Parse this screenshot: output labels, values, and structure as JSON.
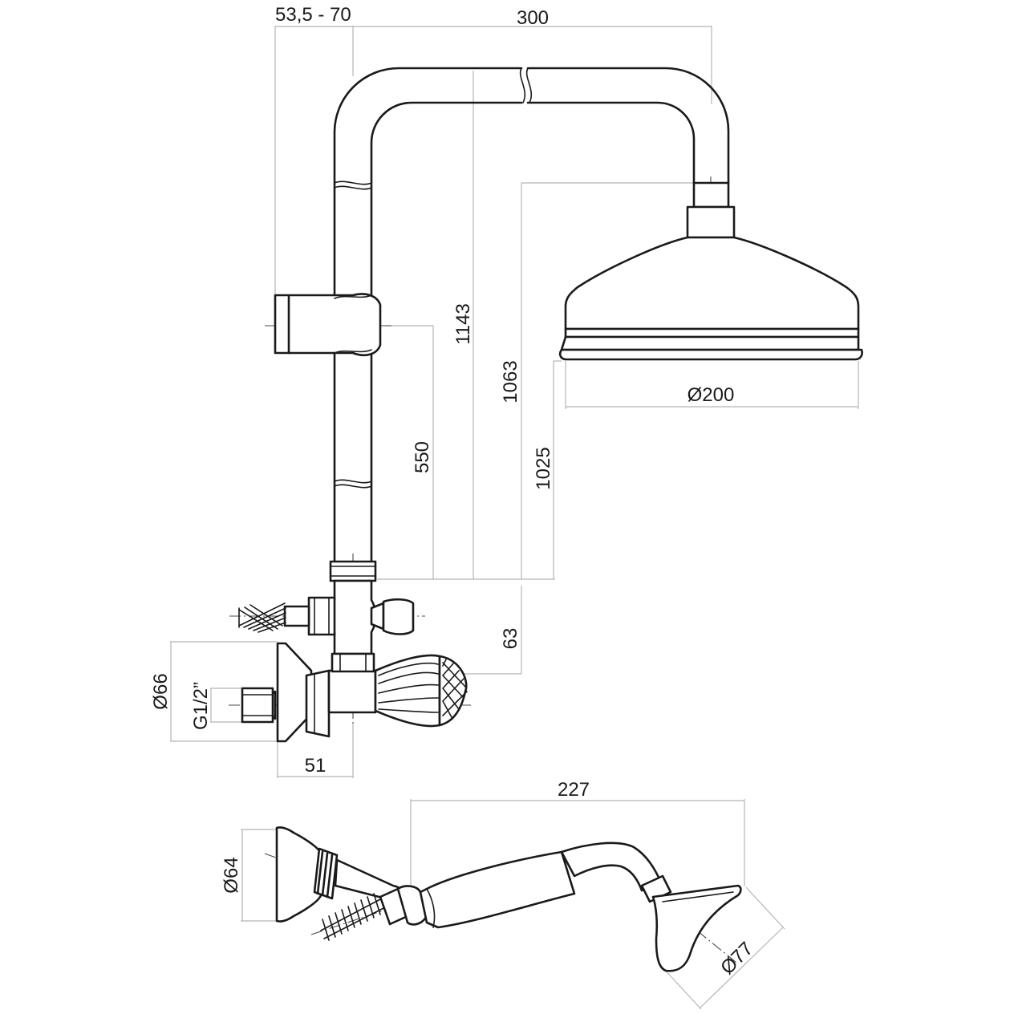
{
  "dimensions": {
    "bracket_offset": "53,5 - 70",
    "arm_length": "300",
    "height_overall": "1143",
    "height_head_top": "1063",
    "height_head_bottom": "1025",
    "slider_height": "550",
    "valve_offset": "63",
    "head_diameter": "Ø200",
    "flange_diameter": "Ø66",
    "thread": "G1/2”",
    "wall_depth": "51",
    "handset_length": "227",
    "holder_diameter": "Ø64",
    "handset_head_diameter": "Ø77"
  }
}
